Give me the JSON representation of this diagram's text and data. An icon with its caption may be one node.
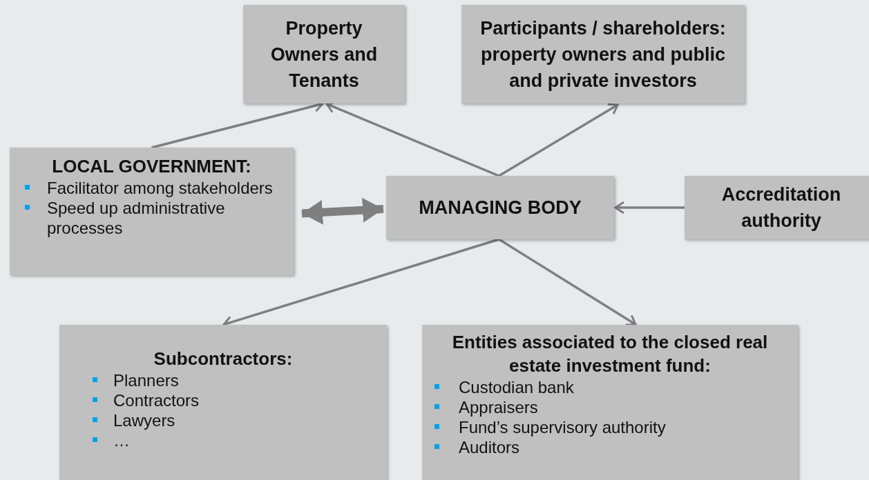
{
  "diagram": {
    "nodes": [
      {
        "text": [
          "Property Owners and Tenants"
        ]
      },
      {
        "text": [
          "Participants / shareholders: property owners and public and private investors"
        ]
      },
      {
        "text": [
          "LOCAL GOVERNMENT:",
          "Facilitator among stakeholders",
          "Speed up administrative processes"
        ]
      },
      {
        "text": [
          "MANAGING BODY"
        ]
      },
      {
        "text": [
          "Accreditation authority"
        ]
      },
      {
        "text": [
          "Subcontractors:",
          "Planners",
          "Contractors",
          "Lawyers",
          "…"
        ]
      },
      {
        "text": [
          "Entities associated to the closed real estate investment fund:",
          "Custodian bank",
          "Appraisers",
          "Fund’s supervisory authority",
          "Auditors"
        ]
      }
    ],
    "edges": [
      {
        "from": 2,
        "to": 0,
        "arrow": "to"
      },
      {
        "from": 3,
        "to": 0,
        "arrow": "to"
      },
      {
        "from": 3,
        "to": 1,
        "arrow": "to"
      },
      {
        "from": 2,
        "to": 3,
        "arrow": "both",
        "style": "thick"
      },
      {
        "from": 4,
        "to": 3,
        "arrow": "to"
      },
      {
        "from": 3,
        "to": 5,
        "arrow": "to"
      },
      {
        "from": 3,
        "to": 6,
        "arrow": "to"
      }
    ]
  }
}
